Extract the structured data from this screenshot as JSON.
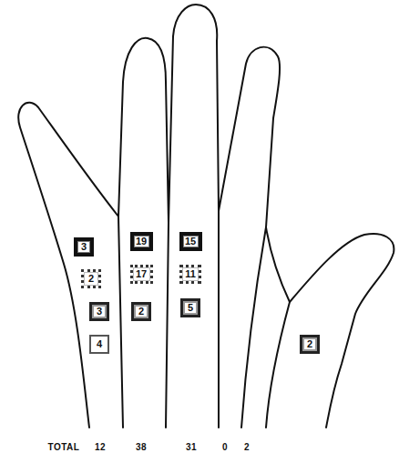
{
  "diagram": {
    "nodes": [
      {
        "text": [
          "3"
        ]
      },
      {
        "text": [
          "19"
        ]
      },
      {
        "text": [
          "15"
        ]
      },
      {
        "text": [
          "2"
        ]
      },
      {
        "text": [
          "17"
        ]
      },
      {
        "text": [
          "11"
        ]
      },
      {
        "text": [
          "3"
        ]
      },
      {
        "text": [
          "2"
        ]
      },
      {
        "text": [
          "5"
        ]
      },
      {
        "text": [
          "4"
        ]
      },
      {
        "text": [
          "2"
        ]
      }
    ],
    "labels": [
      "TOTAL",
      "12",
      "38",
      "31",
      "0",
      "2"
    ]
  }
}
